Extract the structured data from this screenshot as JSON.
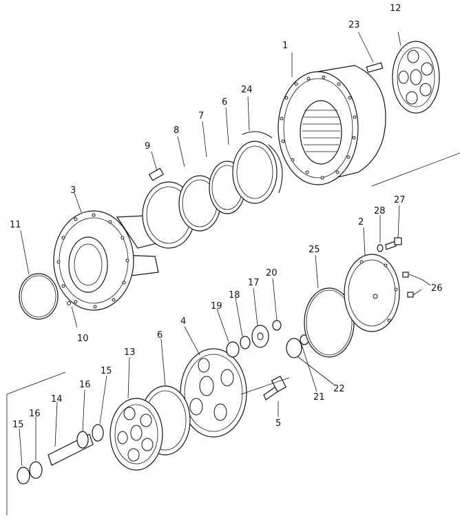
{
  "diagram": {
    "callouts": [
      {
        "id": "c1",
        "text": "1"
      },
      {
        "id": "c2",
        "text": "2"
      },
      {
        "id": "c3",
        "text": "3"
      },
      {
        "id": "c4",
        "text": "4"
      },
      {
        "id": "c5",
        "text": "5"
      },
      {
        "id": "c6a",
        "text": "6"
      },
      {
        "id": "c6b",
        "text": "6"
      },
      {
        "id": "c7",
        "text": "7"
      },
      {
        "id": "c8",
        "text": "8"
      },
      {
        "id": "c9",
        "text": "9"
      },
      {
        "id": "c10",
        "text": "10"
      },
      {
        "id": "c11",
        "text": "11"
      },
      {
        "id": "c12",
        "text": "12"
      },
      {
        "id": "c13",
        "text": "13"
      },
      {
        "id": "c14",
        "text": "14"
      },
      {
        "id": "c15a",
        "text": "15"
      },
      {
        "id": "c15b",
        "text": "15"
      },
      {
        "id": "c16a",
        "text": "16"
      },
      {
        "id": "c16b",
        "text": "16"
      },
      {
        "id": "c17",
        "text": "17"
      },
      {
        "id": "c18",
        "text": "18"
      },
      {
        "id": "c19",
        "text": "19"
      },
      {
        "id": "c20",
        "text": "20"
      },
      {
        "id": "c21",
        "text": "21"
      },
      {
        "id": "c22",
        "text": "22"
      },
      {
        "id": "c23",
        "text": "23"
      },
      {
        "id": "c24",
        "text": "24"
      },
      {
        "id": "c25",
        "text": "25"
      },
      {
        "id": "c26",
        "text": "26"
      },
      {
        "id": "c27",
        "text": "27"
      },
      {
        "id": "c28",
        "text": "28"
      }
    ]
  }
}
